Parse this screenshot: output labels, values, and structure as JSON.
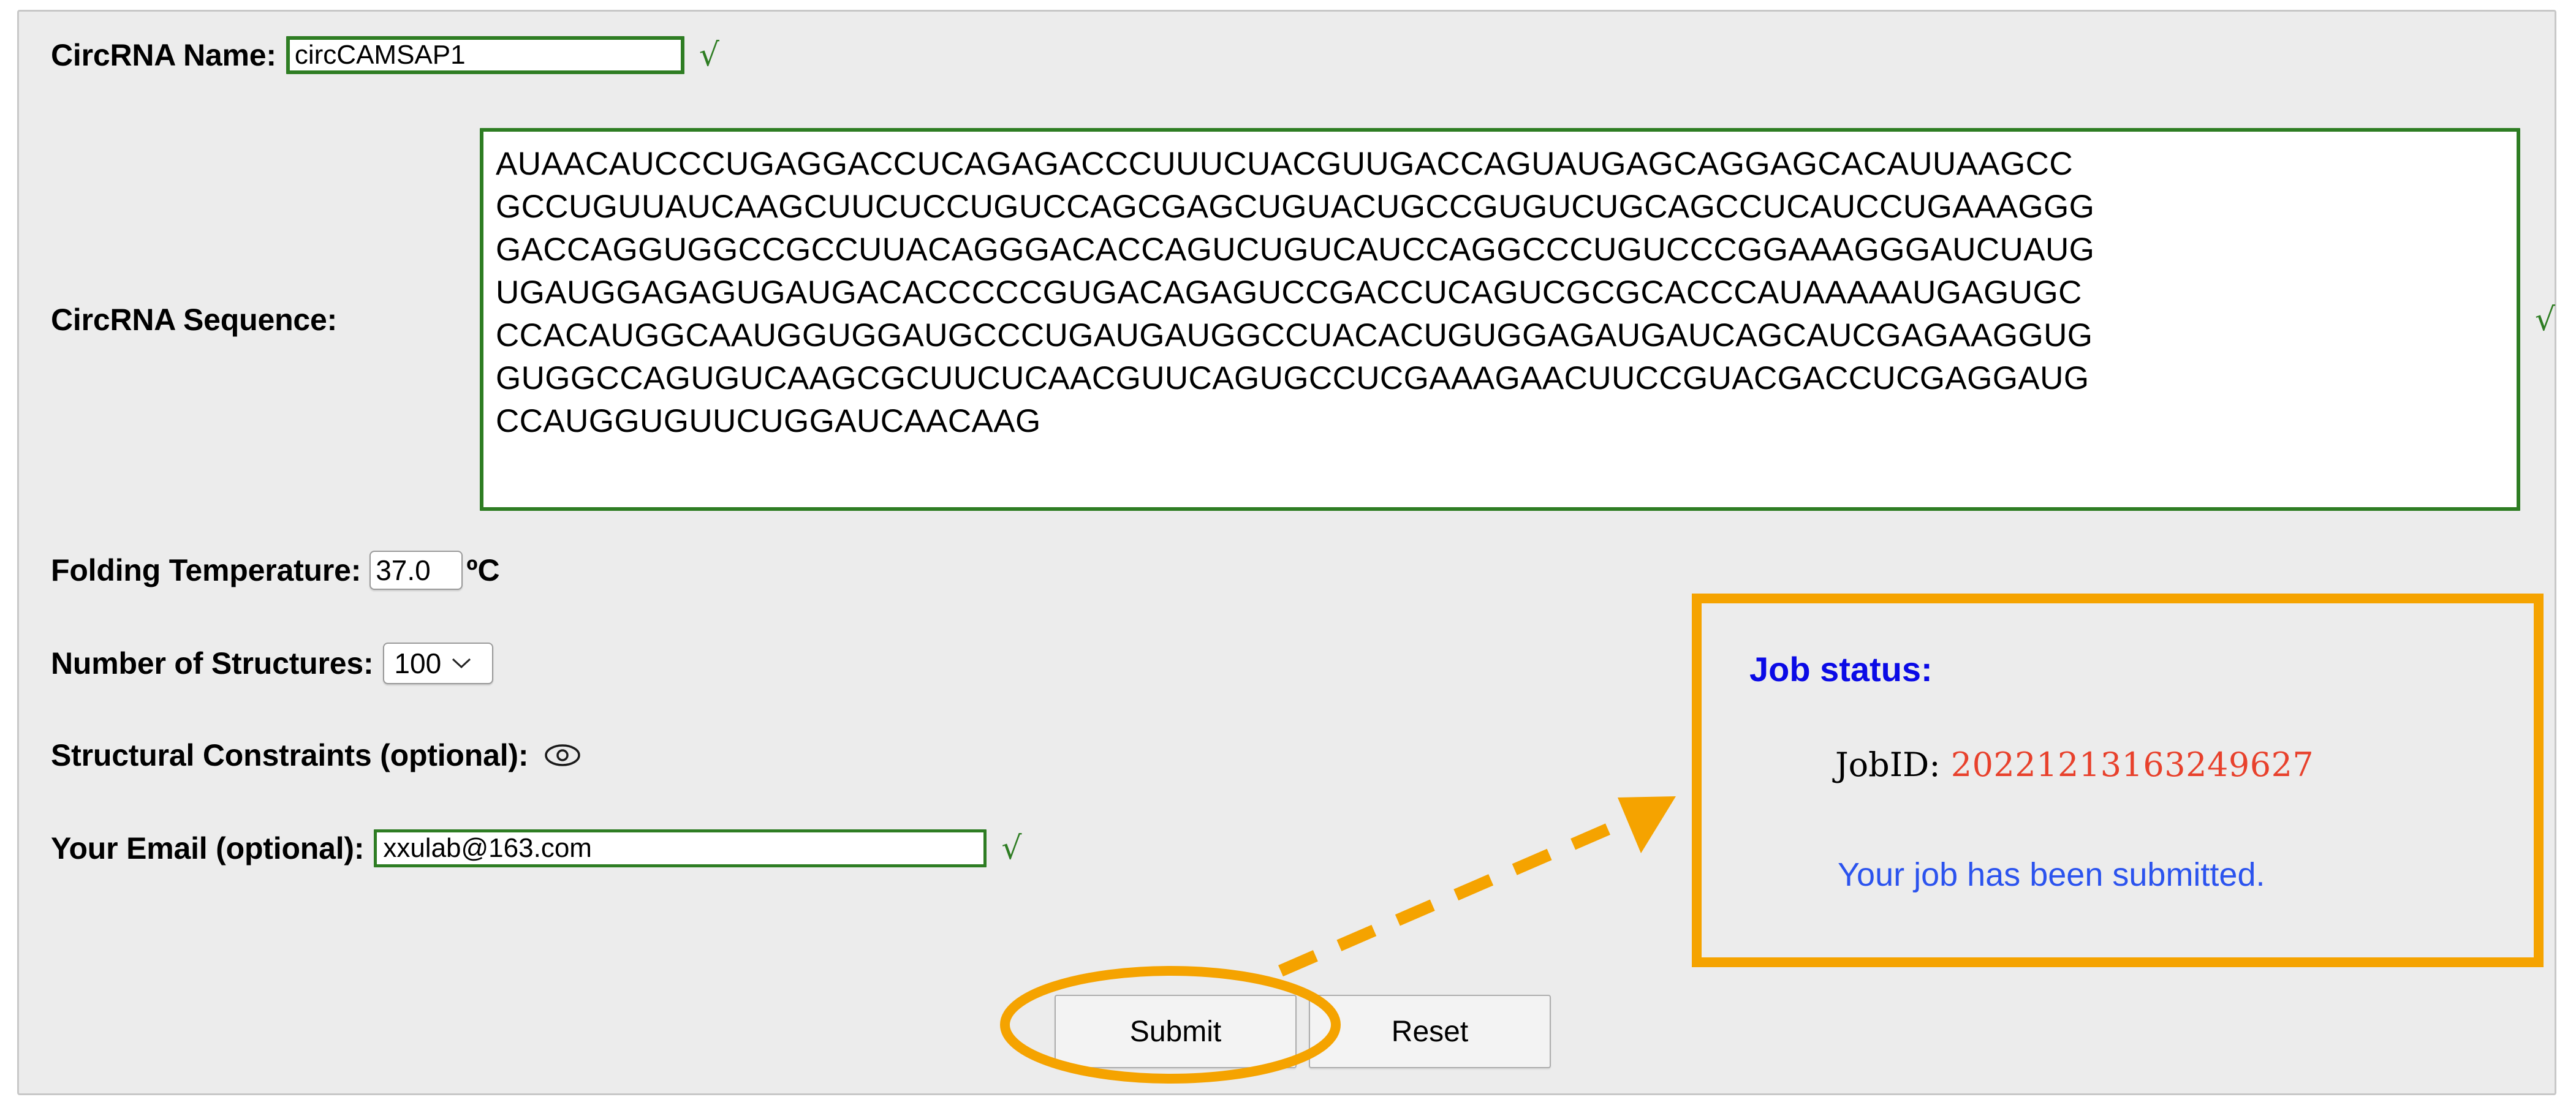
{
  "form": {
    "name_field": {
      "label": "CircRNA Name:",
      "value": "circCAMSAP1",
      "valid_mark": "√"
    },
    "sequence_field": {
      "label": "CircRNA Sequence:",
      "valid_mark": "√",
      "lines": [
        "AUAACAUCCCUGAGGACCUCAGAGACCCUUUCUACGUUGACCAGUAUGAGCAGGAGCACAUUAAGCC",
        "GCCUGUUAUCAAGCUUCUCCUGUCCAGCGAGCUGUACUGCCGUGUCUGCAGCCUCAUCCUGAAAGGG",
        "GACCAGGUGGCCGCCUUACAGGGACACCAGUCUGUCAUCCAGGCCCUGUCCCGGAAAGGGAUCUAUG",
        "UGAUGGAGAGUGAUGACACCCCCGUGACAGAGUCCGACCUCAGUCGCGCACCCAUAAAAAUGAGUGC",
        "CCACAUGGCAAUGGUGGAUGCCCUGAUGAUGGCCUACACUGUGGAGAUGAUCAGCAUCGAGAAGGUG",
        "GUGGCCAGUGUCAAGCGCUUCUCAACGUUCAGUGCCUCGAAAGAACUUCCGUACGACCUCGAGGAUG",
        "CCAUGGUGUUCUGGAUCAACAAG"
      ]
    },
    "temperature_field": {
      "label": "Folding Temperature:",
      "value": "37.0",
      "unit": "ºC"
    },
    "structures_field": {
      "label": "Number of Structures:",
      "selected": "100",
      "options": [
        "100"
      ],
      "caret": "⌄"
    },
    "constraints_field": {
      "label": "Structural Constraints (optional):",
      "icon": "eye-icon"
    },
    "email_field": {
      "label": "Your Email (optional):",
      "value": "xxulab@163.com",
      "valid_mark": "√"
    },
    "buttons": {
      "submit_label": "Submit",
      "reset_label": "Reset"
    }
  },
  "job_status": {
    "title": "Job status:",
    "jobid_label": "JobID:",
    "jobid_value": "20221213163249627",
    "message": "Your job has been submitted."
  },
  "colors": {
    "valid_green": "#2e7d23",
    "highlight_orange": "#f5a300",
    "status_blue": "#0a0ae6",
    "jobid_red": "#e8412c",
    "panel_bg": "#ececec"
  }
}
